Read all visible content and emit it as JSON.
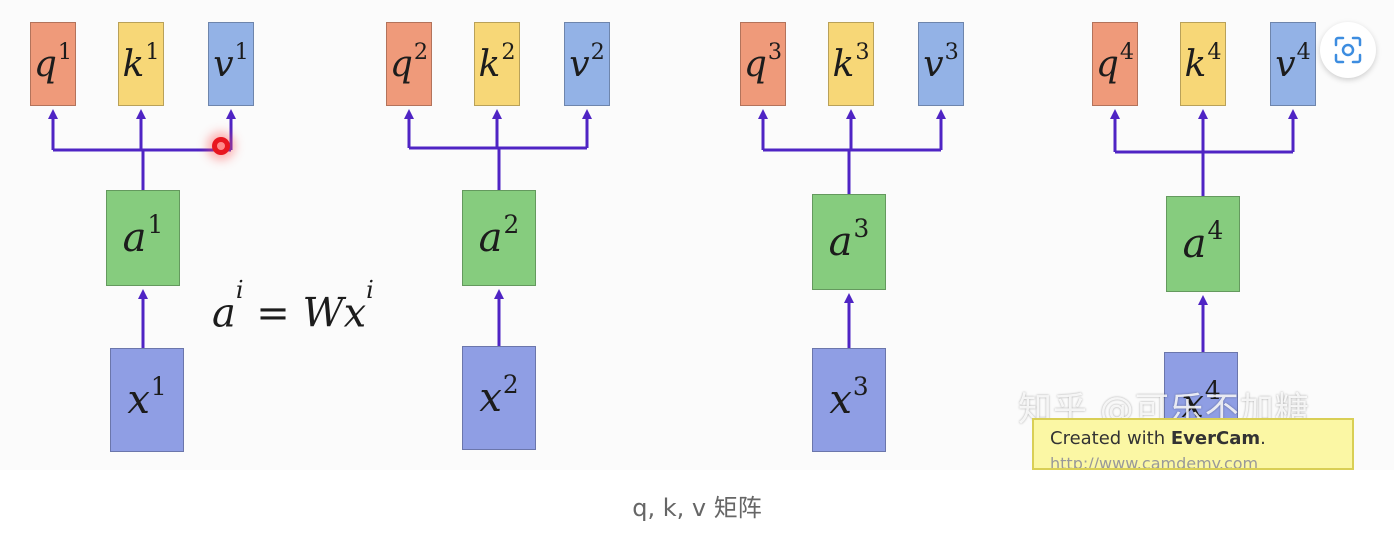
{
  "columns": [
    {
      "q": "q",
      "k": "k",
      "v": "v",
      "a": "a",
      "x": "x",
      "sup": "1"
    },
    {
      "q": "q",
      "k": "k",
      "v": "v",
      "a": "a",
      "x": "x",
      "sup": "2"
    },
    {
      "q": "q",
      "k": "k",
      "v": "v",
      "a": "a",
      "x": "x",
      "sup": "3"
    },
    {
      "q": "q",
      "k": "k",
      "v": "v",
      "a": "a",
      "x": "x",
      "sup": "4"
    }
  ],
  "formula": {
    "a": "a",
    "sup1": "i",
    "mid": " = Wx",
    "sup2": "i"
  },
  "watermark": "知乎 @可乐不加糖",
  "evercam": {
    "prefix": "Created with ",
    "brand": "EverCam",
    "suffix": ".",
    "url": "http://www.camdemy.com"
  },
  "caption": "q, k, v 矩阵",
  "colors": {
    "q": "#ef9a7a",
    "k": "#f7d777",
    "v": "#93b2e6",
    "a": "#86cc7e",
    "x": "#8f9ee4",
    "wire": "#4f24c4"
  },
  "icons": {
    "scan": "scan-icon"
  }
}
